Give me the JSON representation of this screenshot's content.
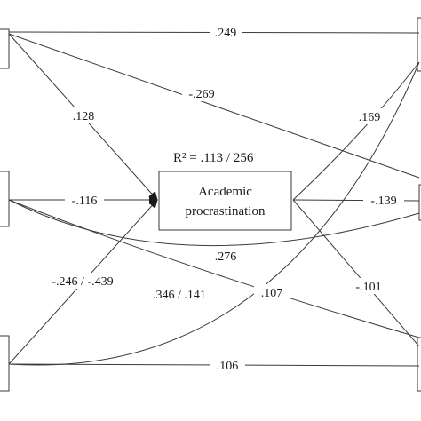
{
  "diagram": {
    "center_box": {
      "line1": "Academic",
      "line2": "procrastination",
      "r2_label": "R² = .113 / 256"
    },
    "paths": [
      {
        "id": "top-to-right-top",
        "label": ".249"
      },
      {
        "id": "top-to-right-mid",
        "label": "-.269"
      },
      {
        "id": "top-to-center",
        "label": ".128"
      },
      {
        "id": "mid-to-center",
        "label": "-.116"
      },
      {
        "id": "mid-to-right-mid",
        "label": ".276"
      },
      {
        "id": "mid-to-right-bottom",
        "label": ".346 / .141"
      },
      {
        "id": "bottom-to-center",
        "label": "-.246 / -.439"
      },
      {
        "id": "bottom-to-right-top",
        "label": ".107"
      },
      {
        "id": "bottom-to-right-bottom",
        "label": ".106"
      },
      {
        "id": "center-to-right-top",
        "label": ".169"
      },
      {
        "id": "center-to-right-mid",
        "label": "-.139"
      },
      {
        "id": "center-to-right-bottom",
        "label": "-.101"
      }
    ]
  }
}
